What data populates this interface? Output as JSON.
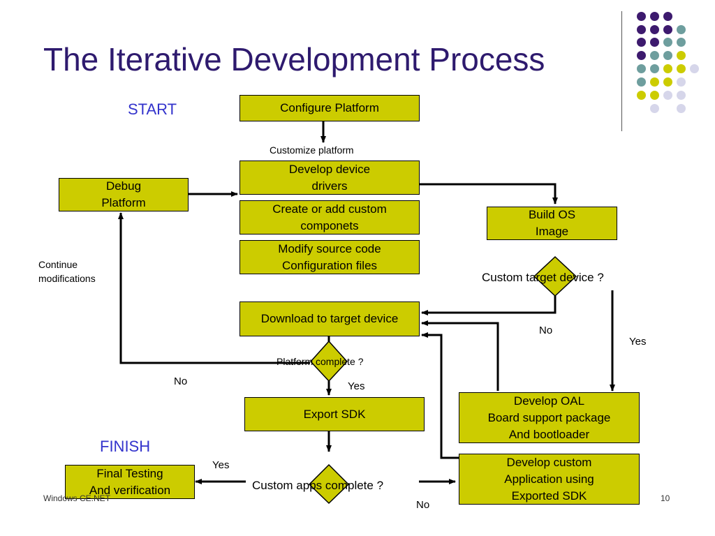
{
  "slide": {
    "title": "The Iterative Development Process",
    "start_label": "START",
    "finish_label": "FINISH",
    "footer_left": "Windows CE.NET",
    "page_number": "10"
  },
  "boxes": {
    "configure": "Configure Platform",
    "drivers": "Develop device\ndrivers",
    "components": "Create or add custom\ncomponets",
    "modify": "Modify source code\nConfiguration files",
    "debug": "Debug\nPlatform",
    "build": "Build OS\nImage",
    "download": "Download to target device",
    "export_sdk": "Export SDK",
    "oal": "Develop OAL\nBoard support package\nAnd bootloader",
    "custom_app": "Develop custom\nApplication using\nExported SDK",
    "final_testing": "Final Testing\nAnd verification"
  },
  "labels": {
    "customize_platform": "Customize platform",
    "continue_modifications": "Continue\nmodifications",
    "custom_target_device": "Custom target device ?",
    "no_target": "No",
    "yes_target": "Yes",
    "platform_complete": "Platform complete ?",
    "no_platform": "No",
    "yes_platform": "Yes",
    "custom_apps_complete": "Custom apps complete ?",
    "yes_apps": "Yes",
    "no_apps": "No"
  },
  "colors": {
    "box_fill": "#cccc00",
    "title": "#2e1a6e",
    "start_finish": "#3333cc",
    "dot_purple": "#3d1a6e",
    "dot_teal": "#6e9e9e",
    "dot_yellow": "#cccc00",
    "dot_lavender": "#d6d6ea"
  }
}
